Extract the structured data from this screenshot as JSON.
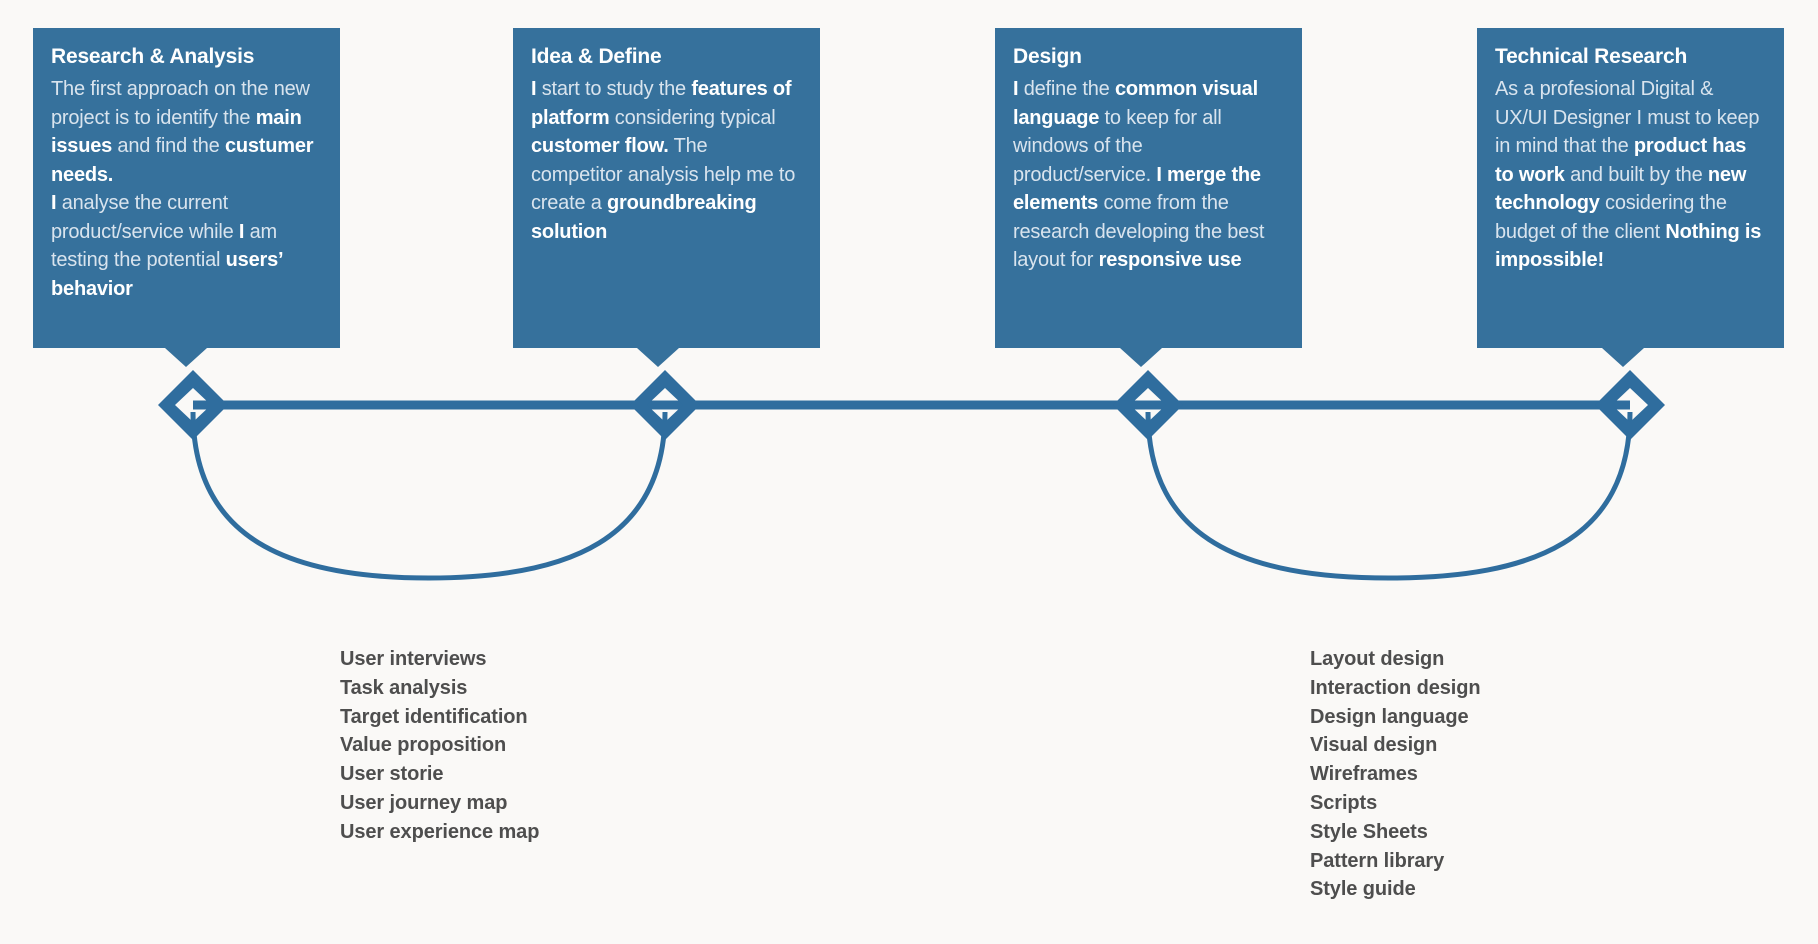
{
  "canvas": {
    "background": "#faf9f7",
    "accent_blue": "#36719c",
    "line_blue": "#2f6d9e",
    "text_dark": "#4e4e4e",
    "card_body_text": "#d9e4ee"
  },
  "phases": [
    {
      "id": "research-analysis",
      "title": "Research & Analysis",
      "body_html": "The first approach on the new project is to identify the <b>main issues</b> and find the <b>custumer needs.</b><br><b>I</b> analyse the current product/service while <b>I</b> am testing the potential <b>users’ behavior</b>"
    },
    {
      "id": "idea-define",
      "title": "Idea & Define",
      "body_html": "<b>I</b> start to study the <b>features of platform</b> considering typical <b>customer flow.</b> The competitor analysis help me to create a <b>groundbreaking solution</b>"
    },
    {
      "id": "design",
      "title": "Design",
      "body_html": "<b>I</b> define the <b>common visual language</b> to keep for all windows of the product/service. <b>I merge the elements</b> come from the research developing the best layout for <b>responsive use</b>"
    },
    {
      "id": "technical-research",
      "title": "Technical Research",
      "body_html": "As a profesional Digital &amp; UX/UI Designer I must to keep in mind that the <b>product has to work</b> and built by the <b>new technology</b> cosidering the budget of the client <b>Nothing is impossible!</b>"
    }
  ],
  "deliverables": [
    {
      "id": "research-deliverables",
      "items": [
        "User interviews",
        "Task analysis",
        "Target identification",
        "Value proposition",
        "User storie",
        "User journey map",
        "User experience map"
      ]
    },
    {
      "id": "design-deliverables",
      "items": [
        "Layout design",
        "Interaction design",
        "Design language",
        "Visual design",
        "Wireframes",
        "Scripts",
        "Style Sheets",
        "Pattern library",
        "Style guide"
      ]
    }
  ],
  "milestones": [
    {
      "id": "milestone-1",
      "label": "research-analysis-node"
    },
    {
      "id": "milestone-2",
      "label": "idea-define-node"
    },
    {
      "id": "milestone-3",
      "label": "design-node"
    },
    {
      "id": "milestone-4",
      "label": "technical-research-node"
    }
  ]
}
